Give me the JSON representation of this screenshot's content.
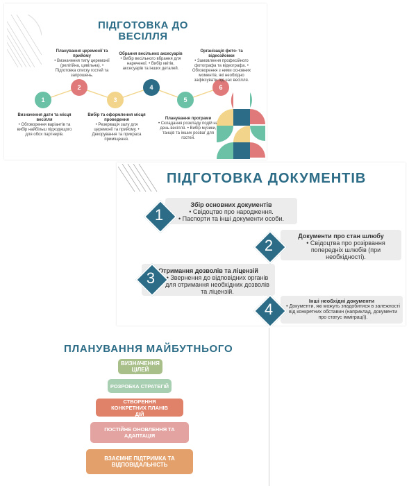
{
  "slide1": {
    "title_line1": "ПІДГОТОВКА ДО",
    "title_line2": "ВЕСІЛЛЯ",
    "steps": [
      {
        "num": "1",
        "color": "#6bc1a6",
        "title": "Визначення дати та місця весілля",
        "bullets": "• Обговорення варіантів та вибір найбільш підходящого для обох партнерів."
      },
      {
        "num": "2",
        "color": "#e07a7a",
        "title": "Планування церемонії та прийому",
        "bullets": "• Визначення типу церемонії (релігійна, цивільна). • Підготовка списку гостей та запрошень."
      },
      {
        "num": "3",
        "color": "#f2d48a",
        "title": "Вибір та оформлення місця проведення",
        "bullets": "• Резервація залу для церемонії та прийому. • Декорування та прикраса приміщення."
      },
      {
        "num": "4",
        "color": "#2c6c86",
        "title": "Обрання весільних аксесуарів",
        "bullets": "• Вибір весільного вбрання для нареченої. • Вибір квітів, аксесуарів та інших деталей."
      },
      {
        "num": "5",
        "color": "#6bc1a6",
        "title": "Планування програми",
        "bullets": "• Складання розкладу подій на день весілля. • Вибір музики, танців та інших розваг для гостей."
      },
      {
        "num": "6",
        "color": "#e07a7a",
        "title": "Організація фото- та відеозйомки",
        "bullets": "• Замовлення професійного фотографа та відеографа. • Обговорення з ними основних моментів, які необхідно зафіксувати під час весілля."
      }
    ]
  },
  "slide2": {
    "title": "ПІДГОТОВКА ДОКУМЕНТІВ",
    "items": [
      {
        "num": "1",
        "title": "Збір основних документів",
        "bullets": "• Свідоцтво про народження.\n• Паспорти та інші документи особи."
      },
      {
        "num": "2",
        "title": "Документи про стан шлюбу",
        "bullets": "• Свідоцтва про розірвання попередніх шлюбів (при необхідності)."
      },
      {
        "num": "3",
        "title": "Отримання дозволів та ліцензій",
        "bullets": "• Звернення до відповідних органів для отримання необхідних дозволів та ліцензій."
      },
      {
        "num": "4",
        "title": "Інші необхідні документи",
        "bullets": "• Документи, які можуть знадобитися в залежності від конкретних обставин (наприклад, документи про статус імміграції)."
      }
    ]
  },
  "slide3": {
    "title": "ПЛАНУВАННЯ МАЙБУТНЬОГО",
    "tiers": [
      {
        "label": "ВИЗНАЧЕННЯ ЦІЛЕЙ",
        "color": "#a9bf8a"
      },
      {
        "label": "РОЗРОБКА СТРАТЕГІЙ",
        "color": "#a9cfb2"
      },
      {
        "label": "СТВОРЕННЯ КОНКРЕТНИХ ПЛАНІВ ДІЙ",
        "color": "#e0826a"
      },
      {
        "label": "ПОСТІЙНЕ ОНОВЛЕННЯ ТА АДАПТАЦІЯ",
        "color": "#e3a3a0"
      },
      {
        "label": "ВЗАЄМНЕ ПІДТРИМКА ТА ВІДПОВІДАЛЬНІСТЬ",
        "color": "#e3a06a"
      }
    ]
  }
}
